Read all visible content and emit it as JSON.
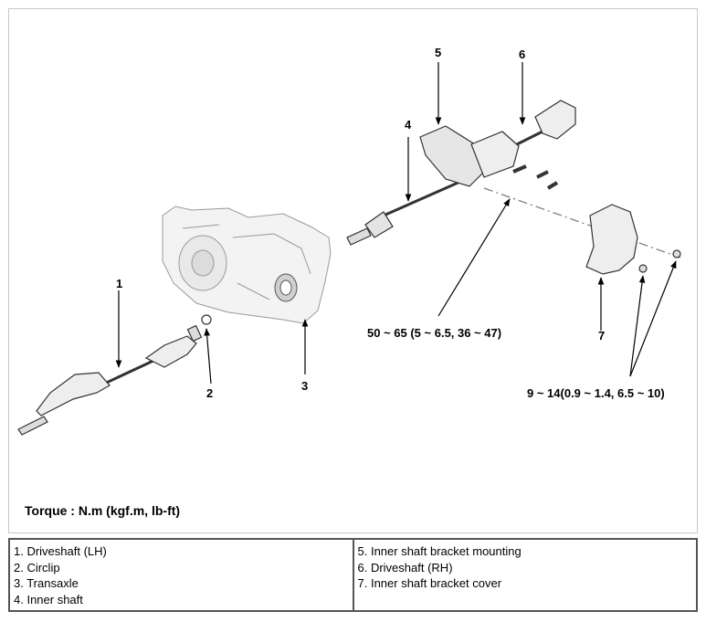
{
  "figure": {
    "callouts": [
      "1",
      "2",
      "3",
      "4",
      "5",
      "6",
      "7"
    ],
    "torque_bracket": "50 ~ 65 (5 ~ 6.5, 36 ~ 47)",
    "torque_cover": "9 ~ 14(0.9 ~ 1.4, 6.5 ~ 10)",
    "torque_note": "Torque : N.m (kgf.m, lb-ft)"
  },
  "legend": {
    "left": [
      "1. Driveshaft (LH)",
      "2. Circlip",
      "3. Transaxle",
      "4. Inner shaft"
    ],
    "right": [
      "5. Inner shaft bracket mounting",
      "6. Driveshaft (RH)",
      "7. Inner shaft bracket cover"
    ]
  }
}
